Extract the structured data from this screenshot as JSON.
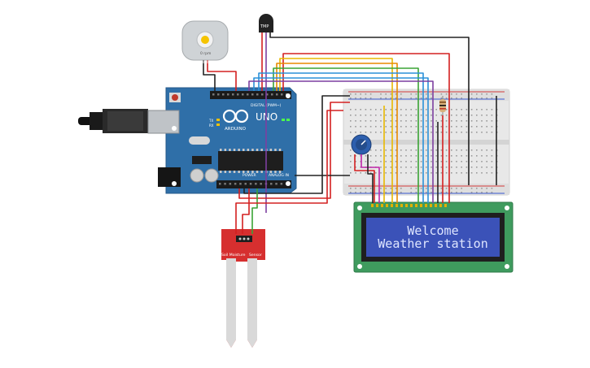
{
  "board": {
    "name": "UNO",
    "brand": "ARDUINO",
    "digital_label": "DIGITAL (PWM~)",
    "power_label": "POWER",
    "analog_label": "ANALOG IN",
    "tx_label": "TX",
    "rx_label": "RX"
  },
  "sensor": {
    "label_line1": "Soil Moisture",
    "label_line2": "Sensor"
  },
  "tmp_label": "TMP",
  "motor_label": "0 rpm",
  "lcd": {
    "line1": "Welcome",
    "line2": "Weather station"
  },
  "colors": {
    "board": "#2f6fa8",
    "breadboard": "#e7e7e7",
    "lcd_pcb": "#3f9b5e",
    "lcd_screen": "#3b52b8",
    "sensor": "#d62f2f",
    "wire_red": "#d42020",
    "wire_black": "#222222",
    "wire_yellow": "#e8b800",
    "wire_green": "#3aa335",
    "wire_blue": "#2a90d8",
    "wire_purple": "#7d3fa0",
    "wire_orange": "#e88a00"
  }
}
